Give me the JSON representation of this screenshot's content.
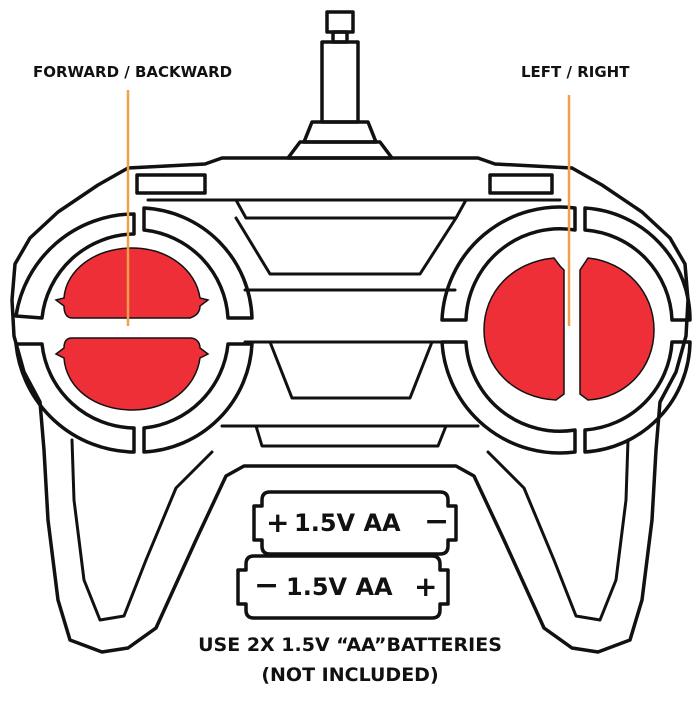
{
  "labels": {
    "forward_backward": "FORWARD / BACKWARD",
    "left_right": "LEFT / RIGHT"
  },
  "batteries": [
    {
      "text": "1.5V AA",
      "left_terminal": "+",
      "right_terminal": "−"
    },
    {
      "text": "1.5V AA",
      "left_terminal": "−",
      "right_terminal": "+"
    }
  ],
  "footer": {
    "line1": "USE 2X 1.5V “AA”BATTERIES",
    "line2": "(NOT INCLUDED)"
  },
  "colors": {
    "joystick": "#ee2f37",
    "pointer_line": "#f0a04b",
    "outline": "#111111"
  },
  "icons": {
    "controller": "rc-transmitter-icon",
    "antenna": "antenna-icon",
    "battery": "battery-icon"
  }
}
